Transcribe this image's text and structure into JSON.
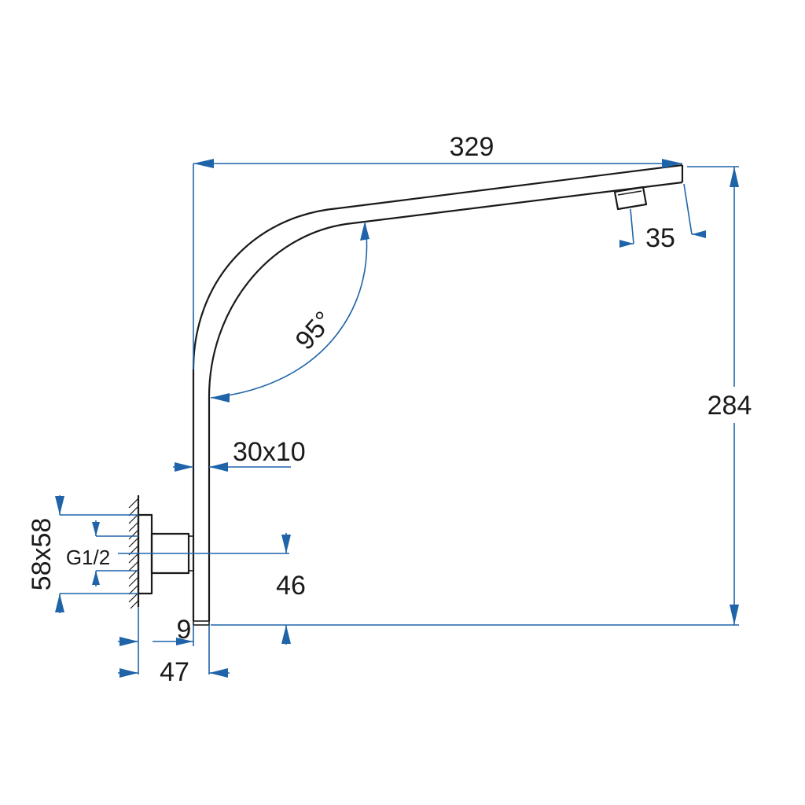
{
  "dimensions": {
    "arm_length": "329",
    "total_height": "284",
    "arm_angle": "95°",
    "arm_section": "30x10",
    "outlet_offset": "35",
    "flange_size": "58x58",
    "thread": "G1/2",
    "outlet_projection": "46",
    "bottom_thickness": "9",
    "wall_projection": "47"
  },
  "colors": {
    "outline": "#1a1a1a",
    "dimension": "#1f64a8",
    "background": "#ffffff"
  }
}
